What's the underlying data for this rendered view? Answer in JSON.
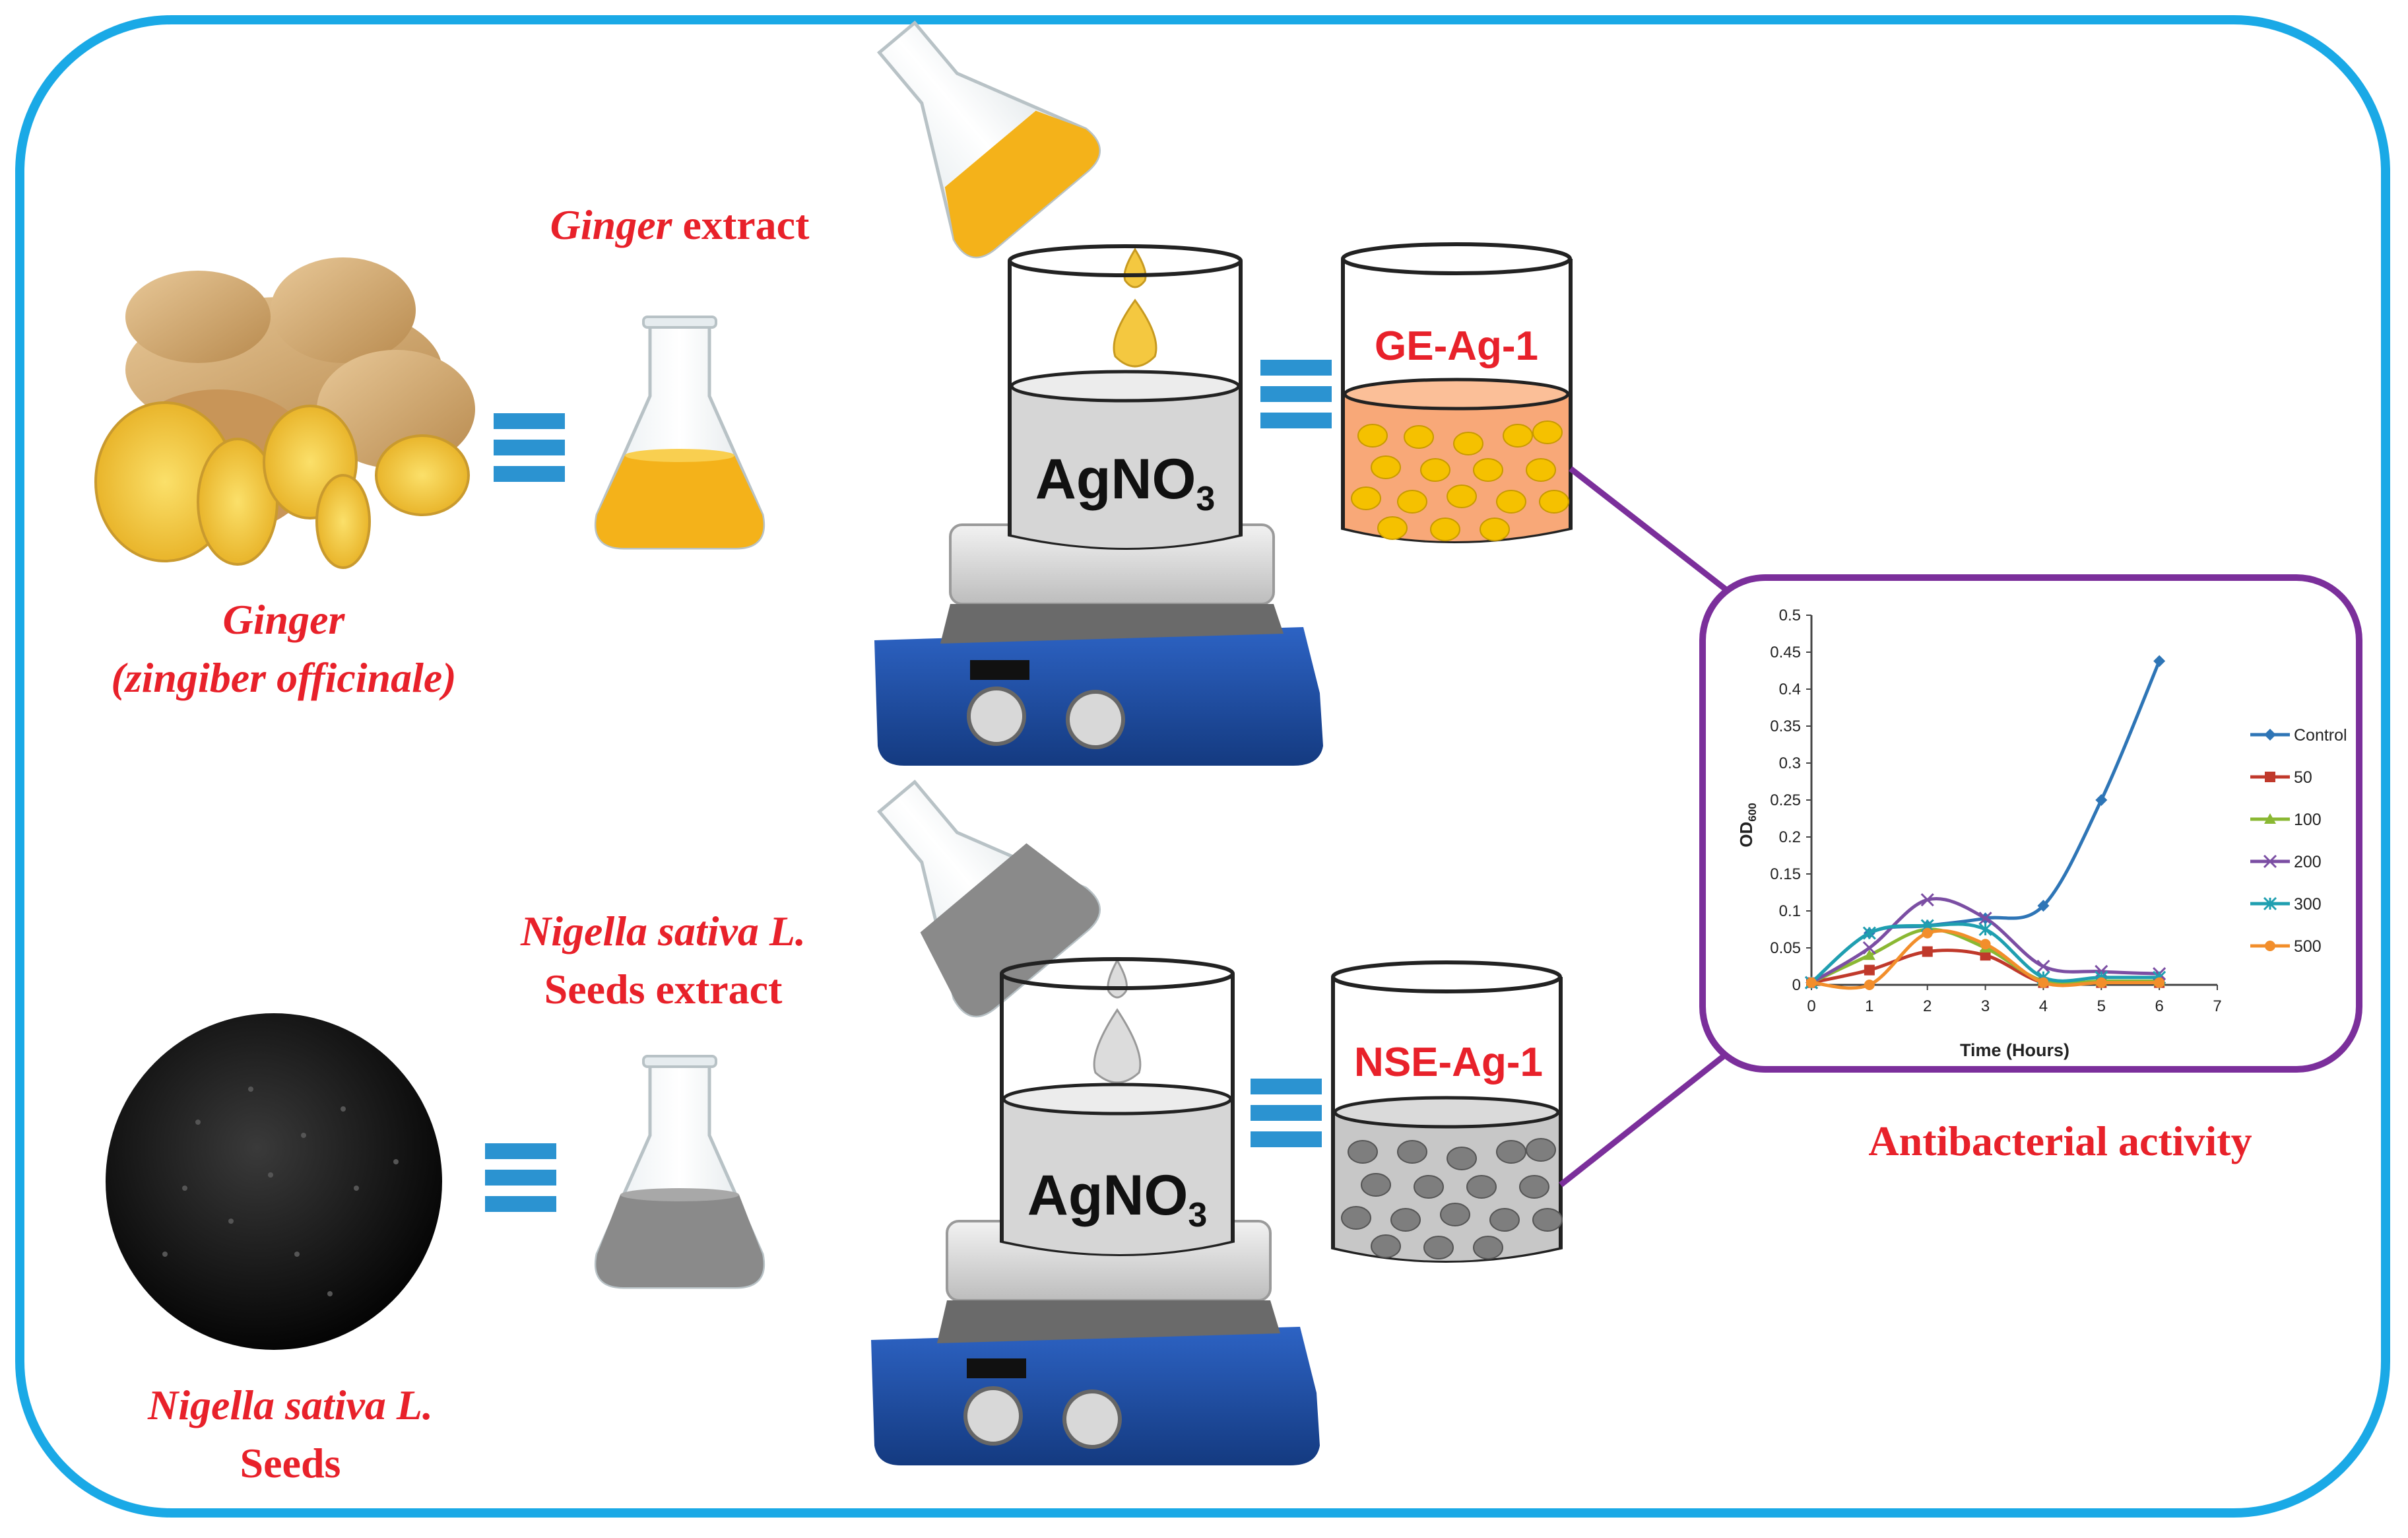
{
  "ginger": {
    "extract_label_italic": "Ginger",
    "extract_label_rest": " extract",
    "name": "Ginger",
    "scientific": "(zingiber officinale)",
    "product": "GE-Ag-1"
  },
  "nigella": {
    "extract_label_line1": "Nigella sativa L.",
    "extract_label_line2": "Seeds extract",
    "name_line1": "Nigella sativa L.",
    "name_line2": "Seeds",
    "product": "NSE-Ag-1"
  },
  "reagent": {
    "main": "AgNO",
    "sub": "3"
  },
  "result_label": "Antibacterial activity",
  "colors": {
    "frame": "#1aa9e6",
    "label_red": "#e8212a",
    "connector": "#7b2f9b",
    "equals": "#2b93d1",
    "ginger_liquid": "#f4b21a",
    "ginger_particles": "#f8a878",
    "nigella_liquid": "#8a8a8a",
    "stirrer_blue": "#1f4fa8"
  },
  "chart_data": {
    "type": "line",
    "title": "",
    "xlabel": "Time (Hours)",
    "ylabel": "OD600",
    "ylabel_main": "OD",
    "ylabel_sub": "600",
    "xlim": [
      0,
      7
    ],
    "ylim": [
      0,
      0.5
    ],
    "xticks": [
      "0",
      "1",
      "2",
      "3",
      "4",
      "5",
      "6",
      "7"
    ],
    "yticks": [
      "0",
      "0.05",
      "0.1",
      "0.15",
      "0.2",
      "0.25",
      "0.3",
      "0.35",
      "0.4",
      "0.45",
      "0.5"
    ],
    "legend_position": "right",
    "series": [
      {
        "name": "Control",
        "color": "#2e75b6",
        "marker": "diamond",
        "x": [
          0,
          1,
          2,
          3,
          4,
          5,
          6
        ],
        "y": [
          0.003,
          0.07,
          0.08,
          0.09,
          0.107,
          0.25,
          0.438
        ]
      },
      {
        "name": "50",
        "color": "#c0392b",
        "marker": "square",
        "x": [
          0,
          1,
          2,
          3,
          4,
          5,
          6
        ],
        "y": [
          0.003,
          0.02,
          0.045,
          0.04,
          0.003,
          0.003,
          0.003
        ]
      },
      {
        "name": "100",
        "color": "#8ab833",
        "marker": "triangle",
        "x": [
          0,
          1,
          2,
          3,
          4,
          5,
          6
        ],
        "y": [
          0.003,
          0.04,
          0.075,
          0.05,
          0.005,
          0.005,
          0.005
        ]
      },
      {
        "name": "200",
        "color": "#7b4ea3",
        "marker": "x",
        "x": [
          0,
          1,
          2,
          3,
          4,
          5,
          6
        ],
        "y": [
          0.003,
          0.05,
          0.115,
          0.09,
          0.025,
          0.018,
          0.015
        ]
      },
      {
        "name": "300",
        "color": "#1f9fb0",
        "marker": "star",
        "x": [
          0,
          1,
          2,
          3,
          4,
          5,
          6
        ],
        "y": [
          0.003,
          0.07,
          0.08,
          0.075,
          0.01,
          0.01,
          0.01
        ]
      },
      {
        "name": "500",
        "color": "#f28e2b",
        "marker": "circle",
        "x": [
          0,
          1,
          2,
          3,
          4,
          5,
          6
        ],
        "y": [
          0.003,
          0.0,
          0.07,
          0.055,
          0.003,
          0.003,
          0.003
        ]
      }
    ]
  }
}
